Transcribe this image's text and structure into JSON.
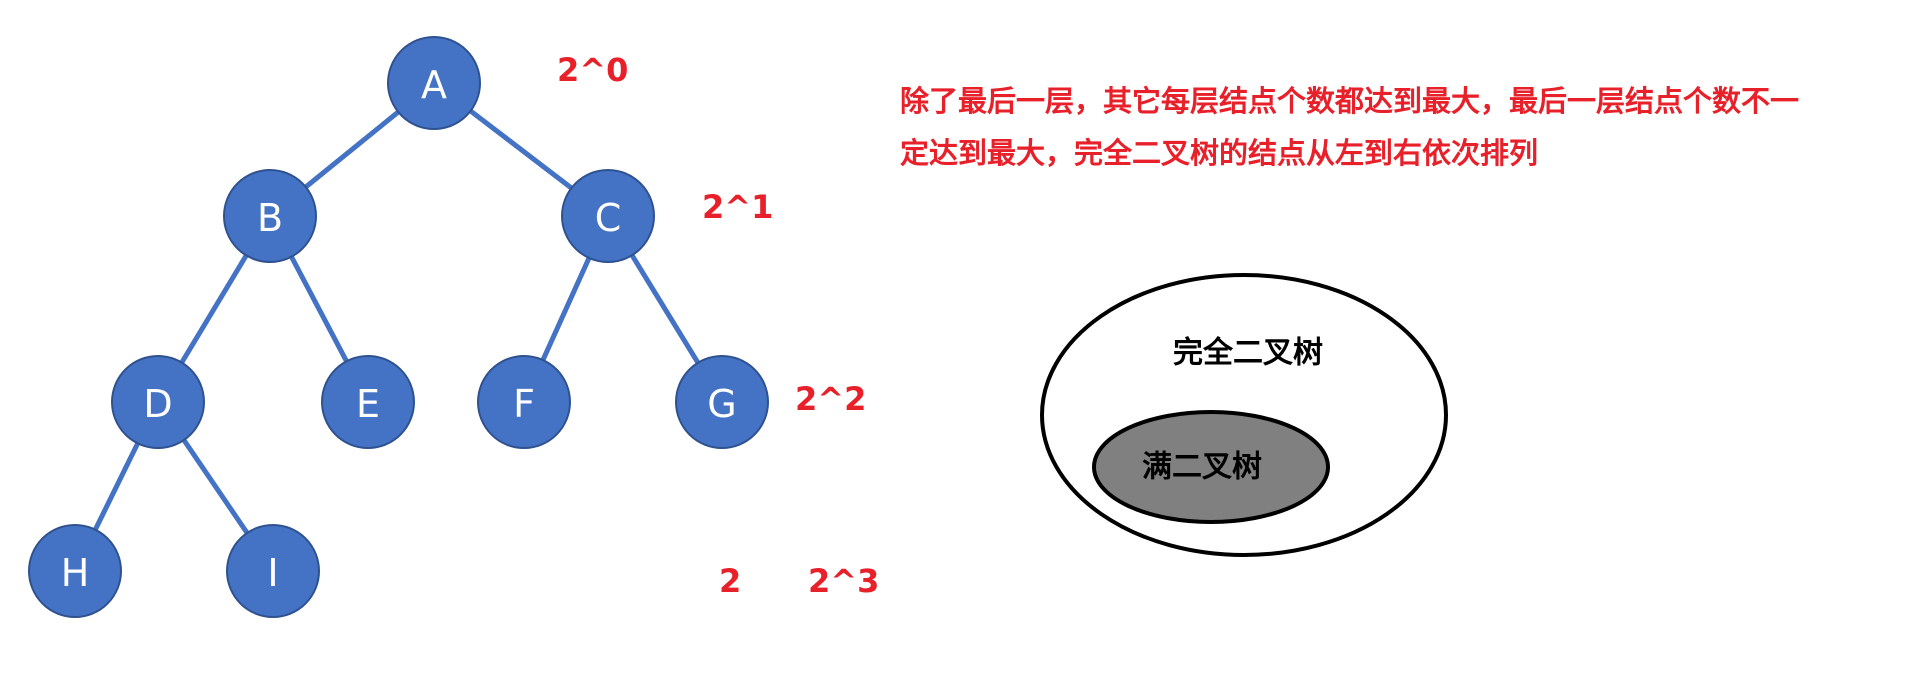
{
  "tree": {
    "nodes": [
      {
        "id": "A"
      },
      {
        "id": "B"
      },
      {
        "id": "C"
      },
      {
        "id": "D"
      },
      {
        "id": "E"
      },
      {
        "id": "F"
      },
      {
        "id": "G"
      },
      {
        "id": "H"
      },
      {
        "id": "I"
      }
    ],
    "edges": [
      [
        "A",
        "B"
      ],
      [
        "A",
        "C"
      ],
      [
        "B",
        "D"
      ],
      [
        "B",
        "E"
      ],
      [
        "C",
        "F"
      ],
      [
        "C",
        "G"
      ],
      [
        "D",
        "H"
      ],
      [
        "D",
        "I"
      ]
    ],
    "colors": {
      "node_fill": "#4472c4",
      "node_border": "#2f528f",
      "edge": "#4472c4",
      "label": "#ffffff"
    }
  },
  "level_labels": [
    "2^0",
    "2^1",
    "2^2",
    "2",
    "2^3"
  ],
  "note": {
    "line1": "除了最后一层，其它每层结点个数都达到最大，最后一层结点个数不一",
    "line2": "定达到最大，完全二叉树的结点从左到右依次排列",
    "color": "#e8202a"
  },
  "venn": {
    "outer_label": "完全二叉树",
    "inner_label": "满二叉树",
    "inner_fill": "#808080"
  }
}
